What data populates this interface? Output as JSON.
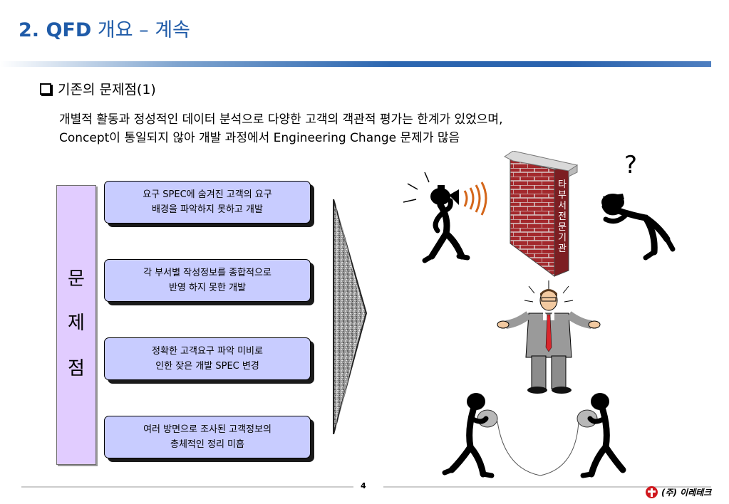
{
  "slide": {
    "title_prefix": "2. QFD",
    "title_suffix": " 개요 – 계속",
    "subheading": "기존의 문제점(1)",
    "paragraph_line1": "개별적 활동과 정성적인 데이터 분석으로 다양한 고객의 객관적 평가는 한계가 있었으며,",
    "paragraph_line2": "Concept이 통일되지 않아 개발 과정에서 Engineering Change 문제가 많음",
    "side_label_chars": [
      "문",
      "제",
      "점"
    ],
    "problems": [
      {
        "line1": "요구 SPEC에 숨겨진 고객의 요구",
        "line2": "배경을 파악하지 못하고 개발"
      },
      {
        "line1": "각 부서별 작성정보를 종합적으로",
        "line2": "반영 하지 못한 개발"
      },
      {
        "line1": "정확한 고객요구 파악 미비로",
        "line2": "인한 잦은 개발 SPEC 변경"
      },
      {
        "line1": "여러 방면으로 조사된 고객정보의",
        "line2": "총체적인 정리 미흡"
      }
    ],
    "wall_label_chars": [
      "타",
      "부",
      "서",
      "전",
      "문",
      "기",
      "관"
    ],
    "question_mark": "?",
    "page_number": "4",
    "company_name": "(주) 이레테크"
  },
  "colors": {
    "title": "#1f5ba8",
    "side_box": "#e1ccff",
    "problem_box": "#c8ccff",
    "wall_brick": "#a3282c",
    "logo_red": "#d0181e"
  },
  "icons": {
    "checkbox": "checkbox-icon",
    "arrow": "right-arrow-icon",
    "logo": "company-logo-icon"
  }
}
